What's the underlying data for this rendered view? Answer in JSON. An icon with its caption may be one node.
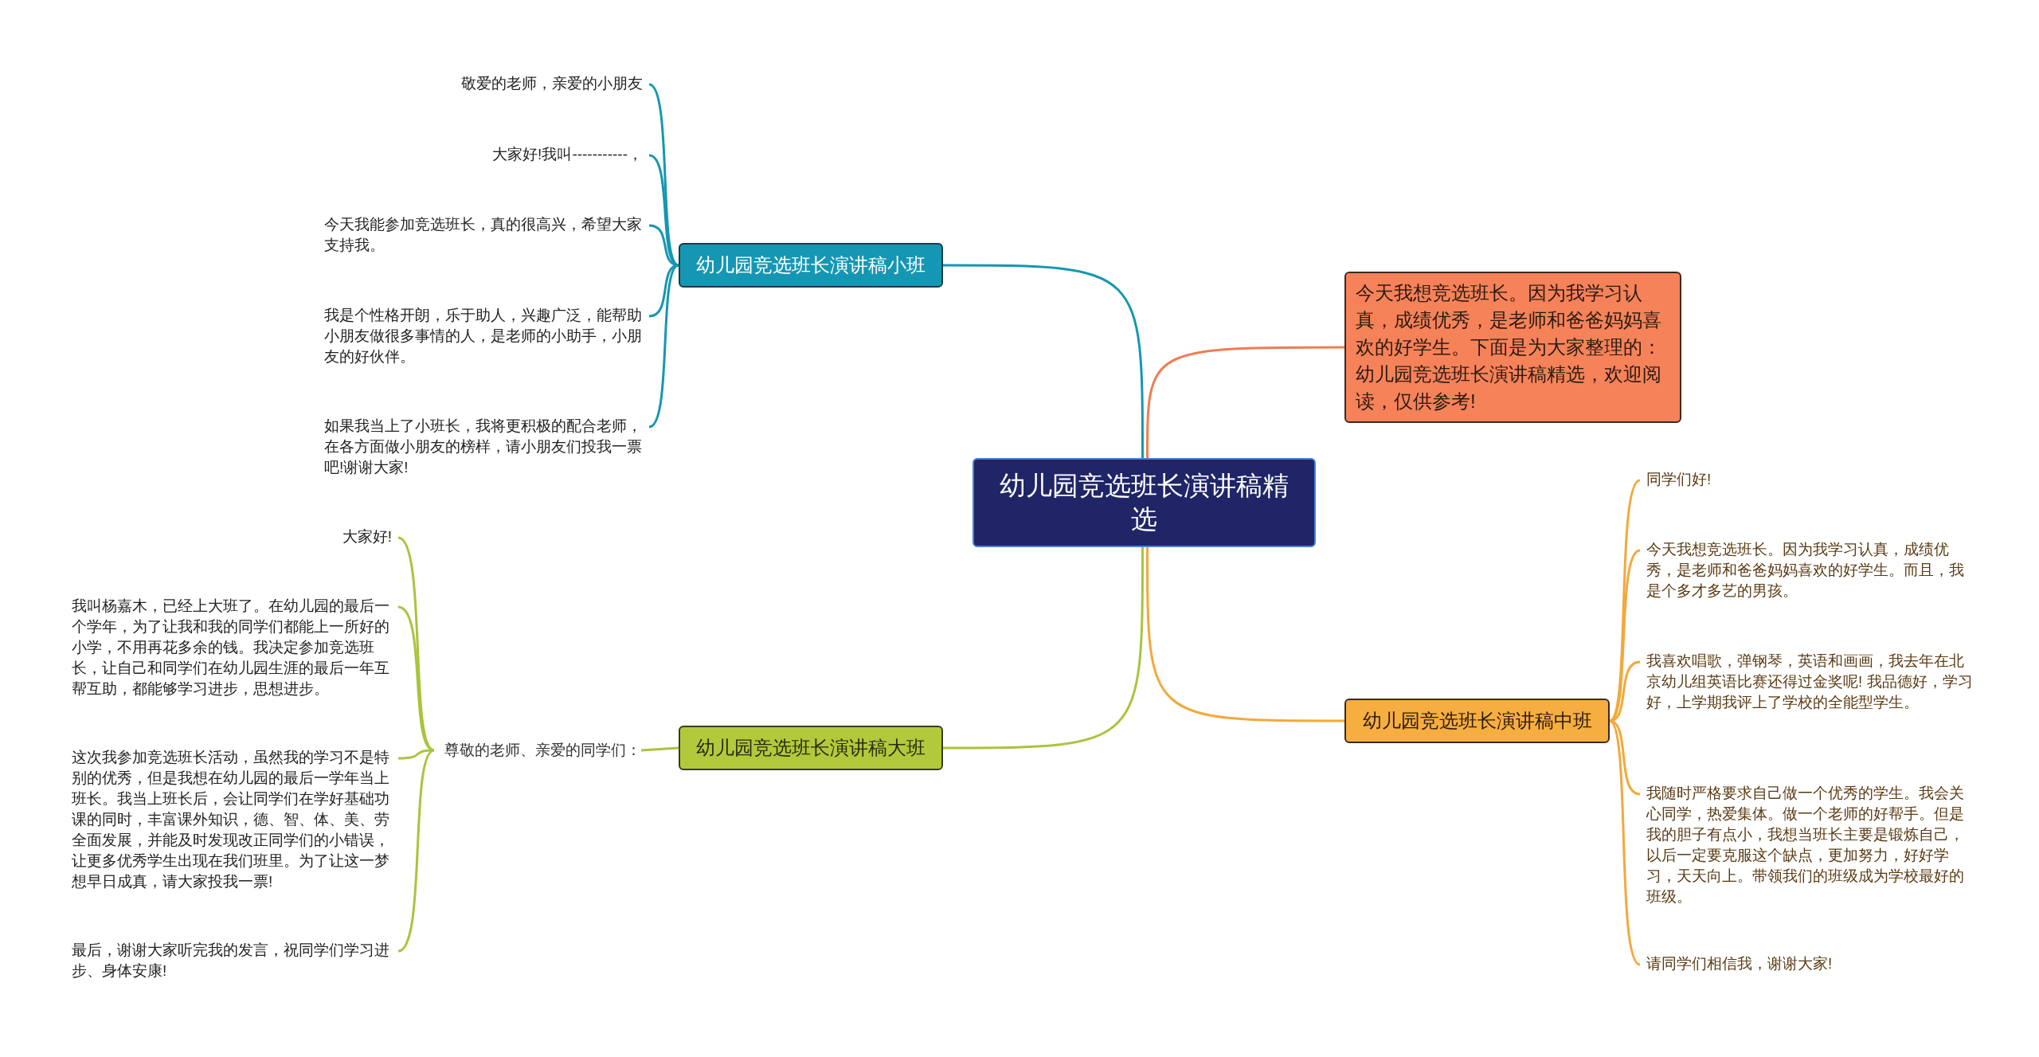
{
  "diagram": {
    "nodes": [
      {
        "text": [
          "幼儿园竞选班长演讲稿精选"
        ]
      },
      {
        "text": [
          "幼儿园竞选班长演讲稿小班"
        ]
      },
      {
        "text": [
          "敬爱的老师，亲爱的小朋友"
        ]
      },
      {
        "text": [
          "大家好!我叫-----------，"
        ]
      },
      {
        "text": [
          "今天我能参加竞选班长，真的很高兴，希望大家支持我。"
        ]
      },
      {
        "text": [
          "我是个性格开朗，乐于助人，兴趣广泛，能帮助小朋友做很多事情的人，是老师的小助手，小朋友的好伙伴。"
        ]
      },
      {
        "text": [
          "如果我当上了小班长，我将更积极的配合老师，在各方面做小朋友的榜样，请小朋友们投我一票吧!谢谢大家!"
        ]
      },
      {
        "text": [
          "今天我想竞选班长。因为我学习认真，成绩优秀，是老师和爸爸妈妈喜欢的好学生。下面是为大家整理的：幼儿园竞选班长演讲稿精选，欢迎阅读，仅供参考!"
        ]
      },
      {
        "text": [
          "幼儿园竞选班长演讲稿中班"
        ]
      },
      {
        "text": [
          "同学们好!"
        ]
      },
      {
        "text": [
          "今天我想竞选班长。因为我学习认真，成绩优秀，是老师和爸爸妈妈喜欢的好学生。而且，我是个多才多艺的男孩。"
        ]
      },
      {
        "text": [
          "我喜欢唱歌，弹钢琴，英语和画画，我去年在北京幼儿组英语比赛还得过金奖呢! 我品德好，学习好，上学期我评上了学校的全能型学生。"
        ]
      },
      {
        "text": [
          "我随时严格要求自己做一个优秀的学生。我会关心同学，热爱集体。做一个老师的好帮手。但是我的胆子有点小，我想当班长主要是锻炼自己，以后一定要克服这个缺点，更加努力，好好学习，天天向上。带领我们的班级成为学校最好的班级。"
        ]
      },
      {
        "text": [
          "请同学们相信我，谢谢大家!"
        ]
      },
      {
        "text": [
          "幼儿园竞选班长演讲稿大班"
        ]
      },
      {
        "text": [
          "尊敬的老师、亲爱的同学们："
        ]
      },
      {
        "text": [
          "大家好!"
        ]
      },
      {
        "text": [
          "我叫杨嘉木，已经上大班了。在幼儿园的最后一个学年，为了让我和我的同学们都能上一所好的小学，不用再花多余的钱。我决定参加竞选班长，让自己和同学们在幼儿园生涯的最后一年互帮互助，都能够学习进步，思想进步。"
        ]
      },
      {
        "text": [
          "这次我参加竞选班长活动，虽然我的学习不是特别的优秀，但是我想在幼儿园的最后一学年当上班长。我当上班长后，会让同学们在学好基础功课的同时，丰富课外知识，德、智、体、美、劳全面发展，并能及时发现改正同学们的小错误，让更多优秀学生出现在我们班里。为了让这一梦想早日成真，请大家投我一票!"
        ]
      },
      {
        "text": [
          "最后，谢谢大家听完我的发言，祝同学们学习进步、身体安康!"
        ]
      }
    ],
    "edges": [
      {
        "from": 0,
        "to": 1,
        "arrow": "none",
        "color": "#1597b0"
      },
      {
        "from": 1,
        "to": 2,
        "arrow": "none",
        "color": "#1597b0"
      },
      {
        "from": 1,
        "to": 3,
        "arrow": "none",
        "color": "#1597b0"
      },
      {
        "from": 1,
        "to": 4,
        "arrow": "none",
        "color": "#1597b0"
      },
      {
        "from": 1,
        "to": 5,
        "arrow": "none",
        "color": "#1597b0"
      },
      {
        "from": 1,
        "to": 6,
        "arrow": "none",
        "color": "#1597b0"
      },
      {
        "from": 0,
        "to": 7,
        "arrow": "none",
        "color": "#f07c52"
      },
      {
        "from": 0,
        "to": 8,
        "arrow": "none",
        "color": "#f2a93b"
      },
      {
        "from": 8,
        "to": 9,
        "arrow": "none",
        "color": "#f2a93b"
      },
      {
        "from": 8,
        "to": 10,
        "arrow": "none",
        "color": "#f2a93b"
      },
      {
        "from": 8,
        "to": 11,
        "arrow": "none",
        "color": "#f2a93b"
      },
      {
        "from": 8,
        "to": 12,
        "arrow": "none",
        "color": "#f2a93b"
      },
      {
        "from": 8,
        "to": 13,
        "arrow": "none",
        "color": "#f2a93b"
      },
      {
        "from": 0,
        "to": 14,
        "arrow": "none",
        "color": "#a9c43c"
      },
      {
        "from": 14,
        "to": 15,
        "arrow": "none",
        "color": "#a9c43c"
      },
      {
        "from": 15,
        "to": 16,
        "arrow": "none",
        "color": "#a9c43c"
      },
      {
        "from": 15,
        "to": 17,
        "arrow": "none",
        "color": "#a9c43c"
      },
      {
        "from": 15,
        "to": 18,
        "arrow": "none",
        "color": "#a9c43c"
      },
      {
        "from": 15,
        "to": 19,
        "arrow": "none",
        "color": "#a9c43c"
      }
    ]
  }
}
